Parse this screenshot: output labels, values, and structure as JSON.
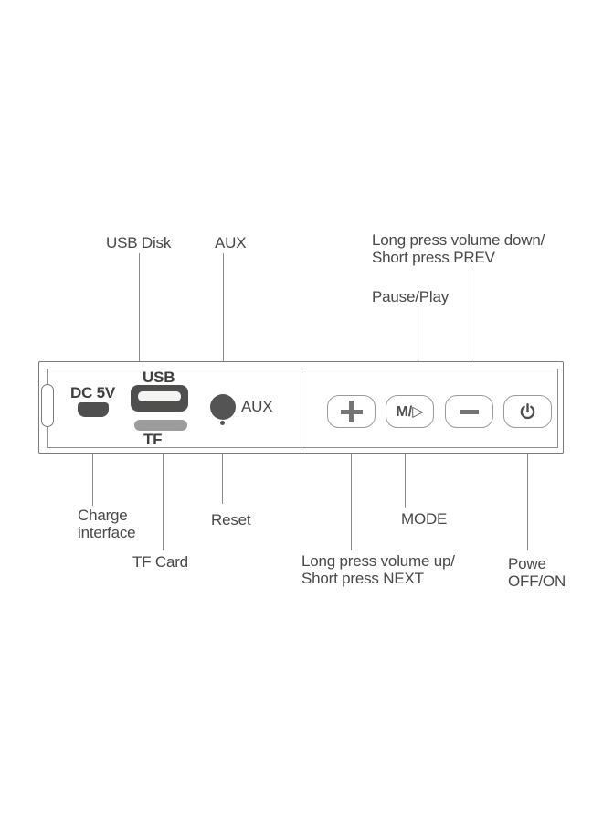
{
  "top_labels": {
    "usb_disk": "USB Disk",
    "aux": "AUX",
    "volume_down_line1": "Long press volume down/",
    "volume_down_line2": "Short press PREV",
    "pause_play": "Pause/Play"
  },
  "panel": {
    "dc_label": "DC 5V",
    "usb_label": "USB",
    "tf_label": "TF",
    "aux_label": "AUX",
    "buttons": {
      "plus_icon": "plus-icon",
      "mode_label": "M/▷",
      "minus_icon": "minus-icon",
      "power_icon": "power-icon"
    }
  },
  "bottom_labels": {
    "charge_line1": "Charge",
    "charge_line2": "interface",
    "reset": "Reset",
    "tf_card": "TF Card",
    "mode": "MODE",
    "volume_up_line1": "Long press volume up/",
    "volume_up_line2": "Short press NEXT",
    "power_line1": "Powe",
    "power_line2": "OFF/ON"
  },
  "colors": {
    "text": "#484848",
    "callout_line": "#8a8a8a",
    "panel_border": "#7b7b7b",
    "dark_fill": "#4f4f4f",
    "tf_fill": "#9c9c9c"
  }
}
